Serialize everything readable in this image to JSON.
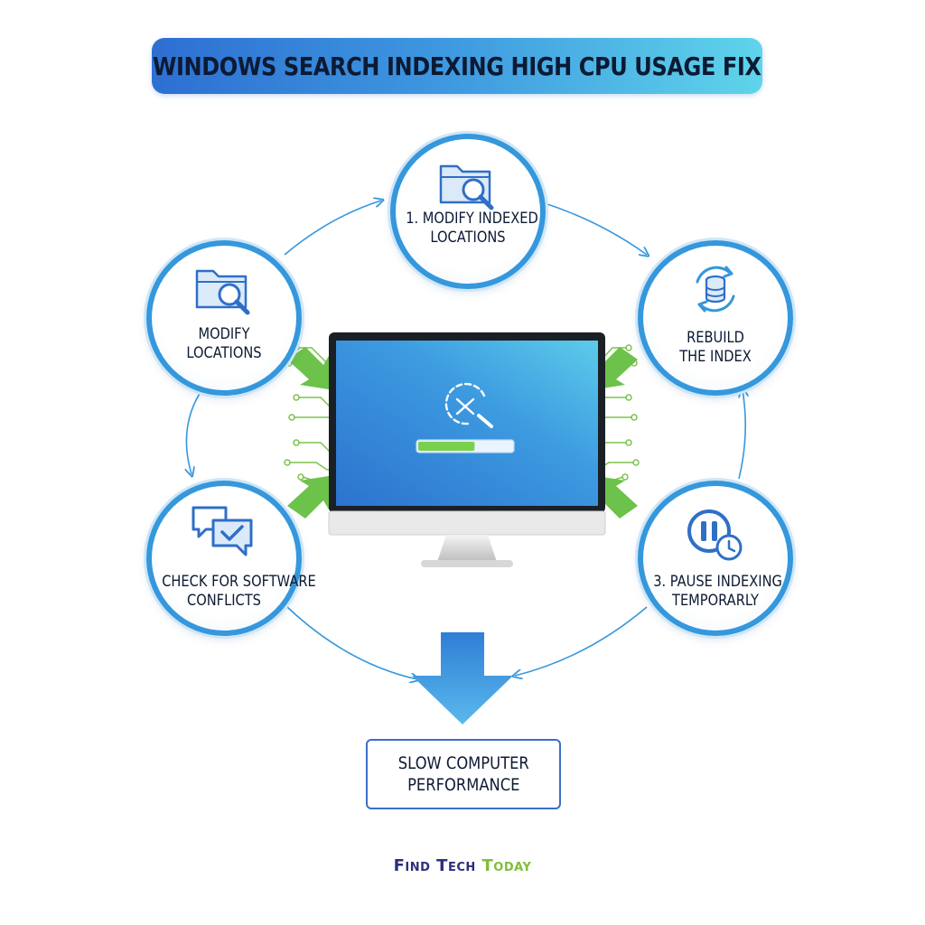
{
  "title": "WINDOWS SEARCH INDEXING HIGH CPU USAGE FIX",
  "nodes": [
    {
      "id": "top",
      "icon": "folder-search-icon",
      "lines": [
        "1. MODIFY INDEXED",
        "LOCATIONS"
      ]
    },
    {
      "id": "left-top",
      "icon": "folder-search-icon",
      "lines": [
        "MODIFY",
        "LOCATIONS"
      ]
    },
    {
      "id": "right-top",
      "icon": "database-refresh-icon",
      "lines": [
        "REBUILD",
        "THE INDEX"
      ]
    },
    {
      "id": "left-bottom",
      "icon": "chat-check-icon",
      "lines": [
        "CHECK FOR SOFTWARE",
        "CONFLICTS"
      ]
    },
    {
      "id": "right-bottom",
      "icon": "pause-clock-icon",
      "lines": [
        "3. PAUSE INDEXING",
        "TEMPORARLY"
      ]
    }
  ],
  "outcome": {
    "lines": [
      "SLOW COMPUTER",
      "PERFORMANCE"
    ]
  },
  "brand": {
    "part1": "Find Tech",
    "part2": "Today"
  },
  "monitor": {
    "icon": "search-cancel-icon",
    "progress": 0.6
  },
  "colors": {
    "primary": "#3597dc",
    "accent_green": "#6cc24a",
    "dark_text": "#0c1a33",
    "brand_navy": "#2e2f7a",
    "brand_green": "#7fbf3a"
  }
}
